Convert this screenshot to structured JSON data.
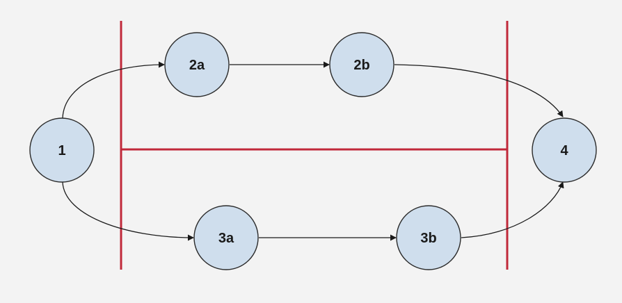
{
  "nodes": {
    "n1": "1",
    "n2a": "2a",
    "n2b": "2b",
    "n3a": "3a",
    "n3b": "3b",
    "n4": "4"
  },
  "colors": {
    "node_fill": "#cfdeed",
    "node_stroke": "#2b2b2b",
    "edge": "#1a1a1a",
    "partition_line": "#c0283a",
    "background": "#f3f3f3"
  }
}
